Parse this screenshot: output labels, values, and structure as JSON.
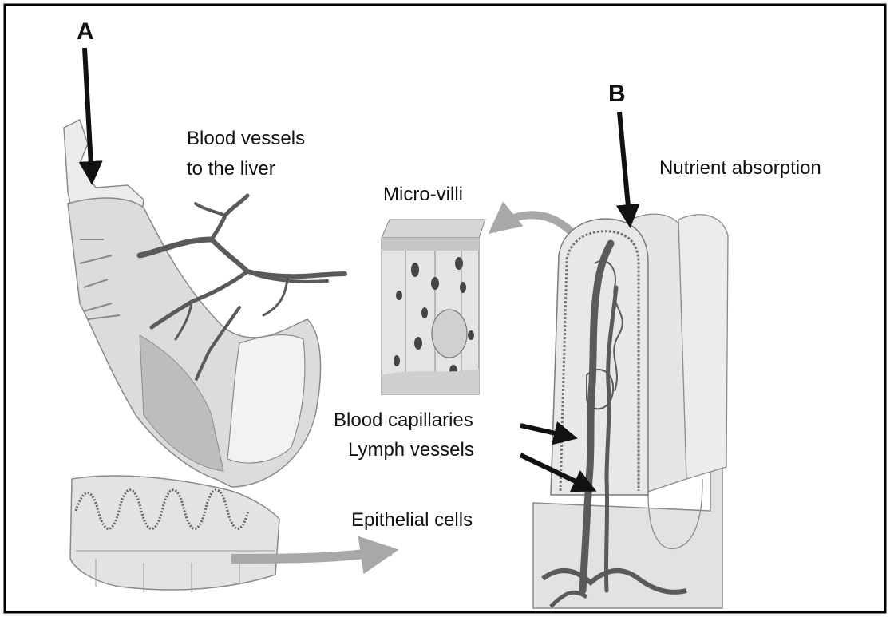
{
  "labels": {
    "a": "A",
    "b": "B",
    "blood_vessels_line1": "Blood vessels",
    "blood_vessels_line2": "to the liver",
    "nutrient_absorption": "Nutrient absorption",
    "micro_villi": "Micro-villi",
    "blood_capillaries": "Blood capillaries",
    "lymph_vessels": "Lymph vessels",
    "epithelial_cells": "Epithelial cells"
  },
  "colors": {
    "tissue_fill": "#e6e6e6",
    "tissue_dark": "#b9b9b9",
    "vessel": "#5a5a5a",
    "outline": "#8a8a8a",
    "arrow": "#111111",
    "grey_arrow": "#a8a8a8"
  }
}
